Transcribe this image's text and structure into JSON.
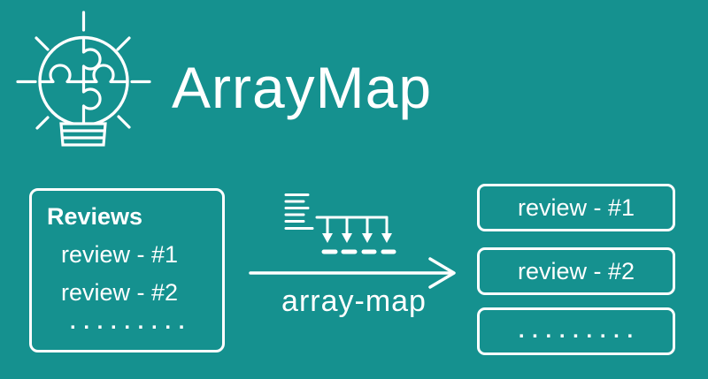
{
  "colors": {
    "background": "#15918F",
    "foreground": "#FFFFFF"
  },
  "header": {
    "title": "ArrayMap",
    "icon": "lightbulb-puzzle-icon"
  },
  "input_box": {
    "title": "Reviews",
    "items": [
      "review - #1",
      "review - #2"
    ],
    "more_dots": ". . . . . . . . ."
  },
  "transform": {
    "label": "array-map",
    "icons": [
      "list-lines-icon",
      "fan-out-arrows-icon",
      "dash-results-icon",
      "array-map-arrow-icon"
    ]
  },
  "outputs": {
    "items": [
      "review - #1",
      "review - #2"
    ],
    "more_dots": ". . . . . . . . ."
  }
}
